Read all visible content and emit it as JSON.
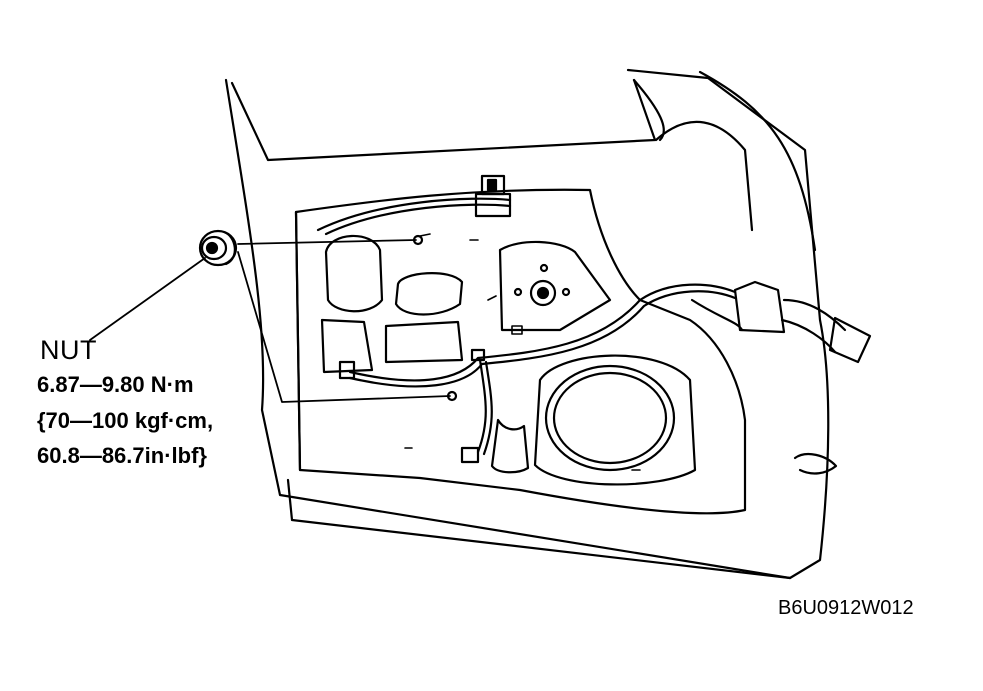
{
  "labels": {
    "nut": "NUT",
    "torque_line1": "6.87—9.80  N·m",
    "torque_line2": "{70—100 kgf·cm,",
    "torque_line3": "60.8—86.7in·lbf}",
    "figure_code": "B6U0912W012"
  },
  "colors": {
    "ink": "#000000",
    "paper": "#ffffff"
  }
}
